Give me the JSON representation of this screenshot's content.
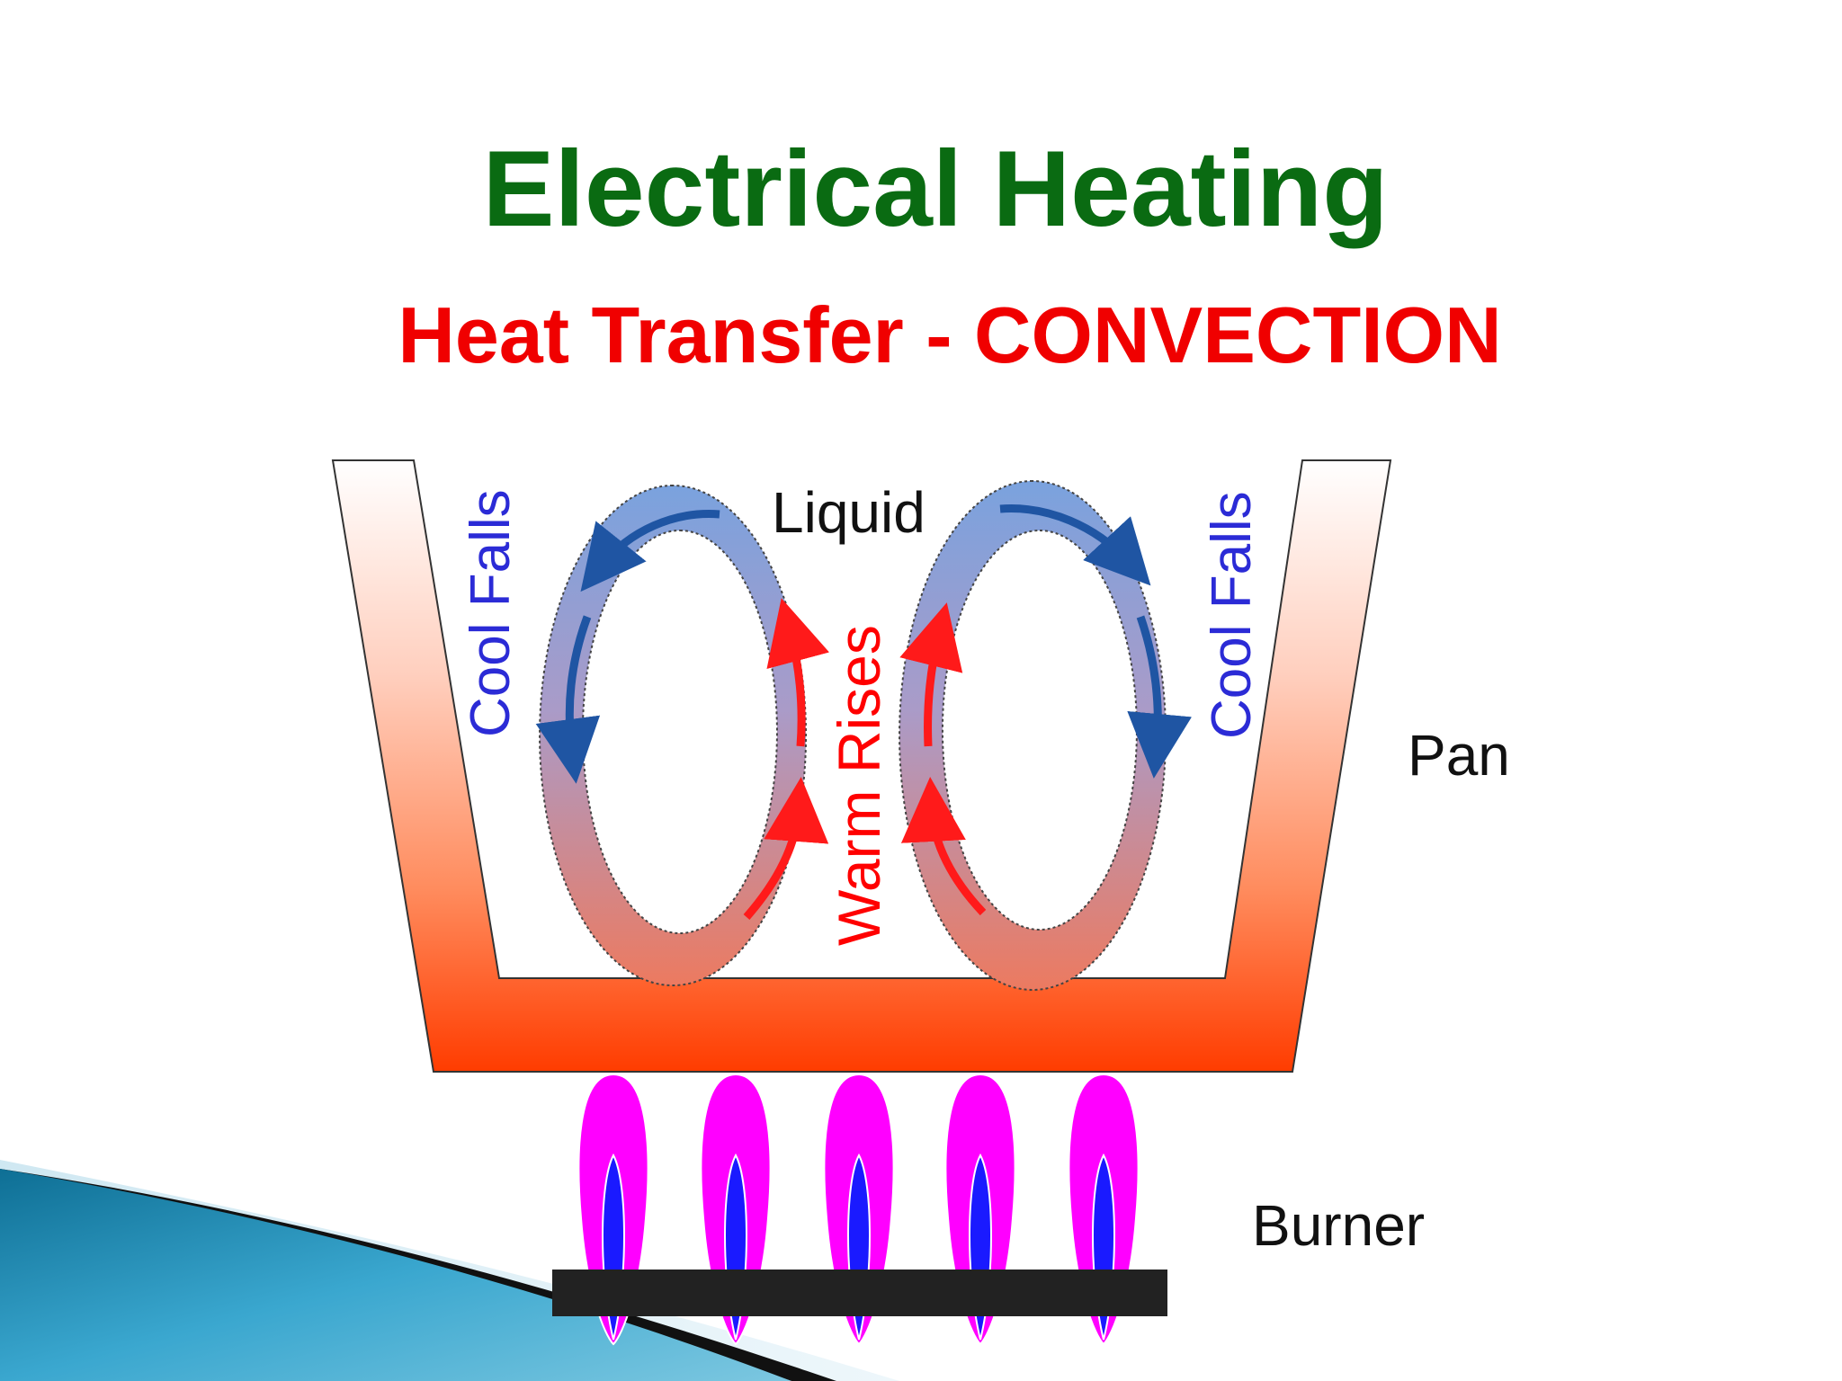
{
  "slide": {
    "title": "Electrical Heating",
    "subtitle": "Heat Transfer - CONVECTION"
  },
  "labels": {
    "liquid": "Liquid",
    "cool_falls_left": "Cool Falls",
    "cool_falls_right": "Cool Falls",
    "warm_rises": "Warm Rises",
    "pan": "Pan",
    "burner": "Burner"
  },
  "colors": {
    "title": "#0a6b12",
    "subtitle": "#f00000",
    "cool_label": "#2b2bd6",
    "warm_label": "#ff0000",
    "cool_arrow": "#1f55a3",
    "warm_arrow": "#ff1a1a",
    "pan_top": "#ffffff",
    "pan_bottom": "#ff3d00",
    "flame_outer": "#ff00ff",
    "flame_inner": "#1a1aff",
    "burner_plate": "#222222",
    "accent_blue": "#1a8fbf"
  },
  "icons": {
    "flame": "flame-icon",
    "arrow": "curved-arrow-icon"
  }
}
